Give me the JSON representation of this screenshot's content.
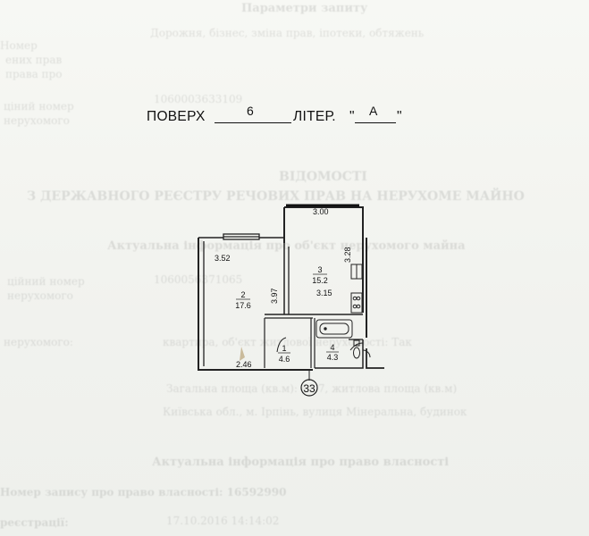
{
  "header": {
    "floor_label": "ПОВЕРХ",
    "floor_value": "6",
    "liter_label": "ЛІТЕР.",
    "liter_open": "\"",
    "liter_value": "А",
    "liter_close": "\""
  },
  "rooms": [
    {
      "num": "1",
      "area": "4.6"
    },
    {
      "num": "2",
      "area": "17.6"
    },
    {
      "num": "3",
      "area": "15.2"
    },
    {
      "num": "4",
      "area": "4.3"
    }
  ],
  "dimensions": {
    "d300": "3.00",
    "d352": "3.52",
    "d397": "3.97",
    "d315": "3.15",
    "d328": "3.28",
    "d246": "2.46"
  },
  "axis_marker": "33",
  "bleed_text": {
    "t1": "Параметри запиту",
    "t2": "Дорожня, бізнес, зміна прав, іпотеки, обтяжень",
    "t3": "Номер",
    "t4": "ених прав",
    "t5": "права про",
    "t6": "ціний номер",
    "t7": "нерухомого",
    "t8": "1060003633109",
    "t9": "ВІДОМОСТІ",
    "t10": "З ДЕРЖАВНОГО РЕЄСТРУ РЕЧОВИХ ПРАВ НА НЕРУХОМЕ МАЙНО",
    "t11": "Актуальна інформація про об'єкт нерухомого майна",
    "t12": "ційний номер",
    "t13": "нерухомого",
    "t14": "1060056371065",
    "t15": "нерухомого:",
    "t16": "квартира, об'єкт житлової нерухомості: Так",
    "t17": "Загальна площа (кв.м): 41.7, житлова площа (кв.м)",
    "t18": "Київська обл., м. Ірпінь, вулиця Мінеральна, будинок",
    "t19": "Актуальна інформація про право власності",
    "t20": "Номер запису про право власності: 16592990",
    "t21": "реєстрації:",
    "t22": "17.10.2016 14:14:02"
  }
}
